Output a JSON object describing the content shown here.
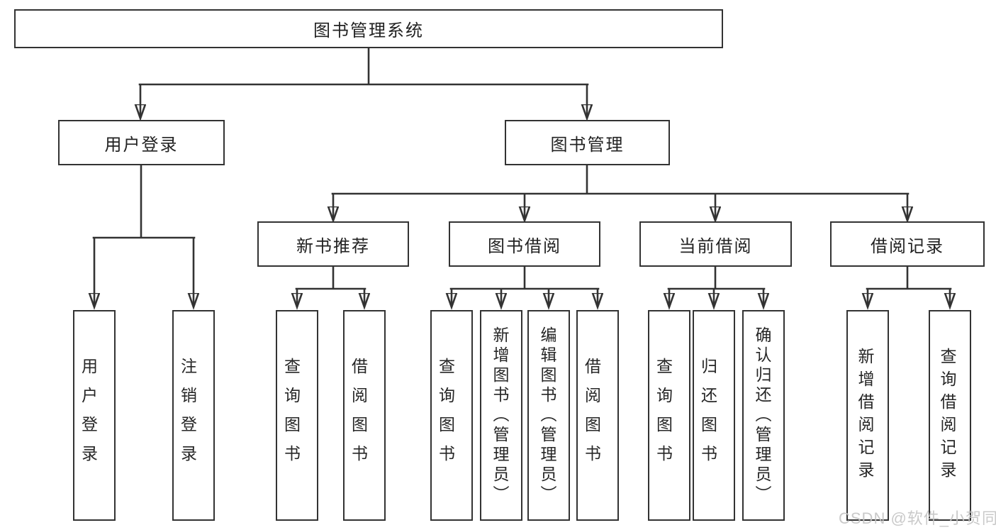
{
  "diagram": {
    "title": "图书管理系统",
    "level2": [
      {
        "label": "用户登录"
      },
      {
        "label": "图书管理"
      }
    ],
    "level3": [
      {
        "label": "新书推荐"
      },
      {
        "label": "图书借阅"
      },
      {
        "label": "当前借阅"
      },
      {
        "label": "借阅记录"
      }
    ],
    "leaves": [
      {
        "label": "用户登录"
      },
      {
        "label": "注销登录"
      },
      {
        "label": "查询图书"
      },
      {
        "label": "借阅图书"
      },
      {
        "label": "查询图书"
      },
      {
        "label": "新增图书（管理员）"
      },
      {
        "label": "编辑图书（管理员）"
      },
      {
        "label": "借阅图书"
      },
      {
        "label": "查询图书"
      },
      {
        "label": "归还图书"
      },
      {
        "label": "确认归还（管理员）"
      },
      {
        "label": "新增借阅记录"
      },
      {
        "label": "查询借阅记录"
      }
    ],
    "watermark": "CSDN @软件_小贺同学",
    "colors": {
      "line": "#333333",
      "border": "#333333",
      "fill": "#ffffff",
      "text": "#222222",
      "watermark": "#c4c4c4",
      "background": "#ffffff"
    }
  }
}
